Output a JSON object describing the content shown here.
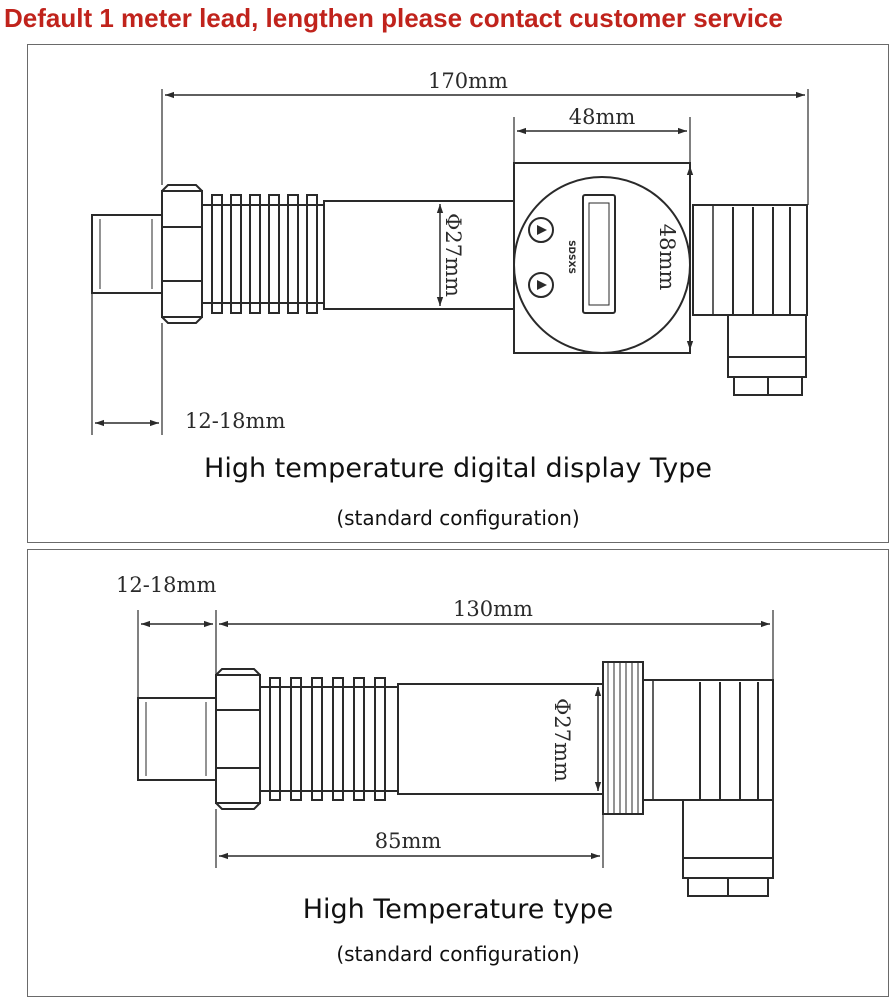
{
  "banner": {
    "text": "Default 1 meter lead, lengthen please contact customer service",
    "color": "#c0231c"
  },
  "diagram1": {
    "title": "High temperature digital display Type",
    "subtitle": "(standard configuration)",
    "dims": {
      "overall_length": "170mm",
      "display_width": "48mm",
      "body_diameter": "Φ27mm",
      "display_height": "48mm",
      "thread_length": "12-18mm"
    },
    "display_label": "SDSXS"
  },
  "diagram2": {
    "title": "High Temperature type",
    "subtitle": "(standard configuration)",
    "dims": {
      "thread_length": "12-18mm",
      "overall_length": "130mm",
      "body_diameter": "Φ27mm",
      "body_length": "85mm"
    }
  },
  "colors": {
    "line": "#2a2a2a",
    "border": "#6a6a6a"
  }
}
